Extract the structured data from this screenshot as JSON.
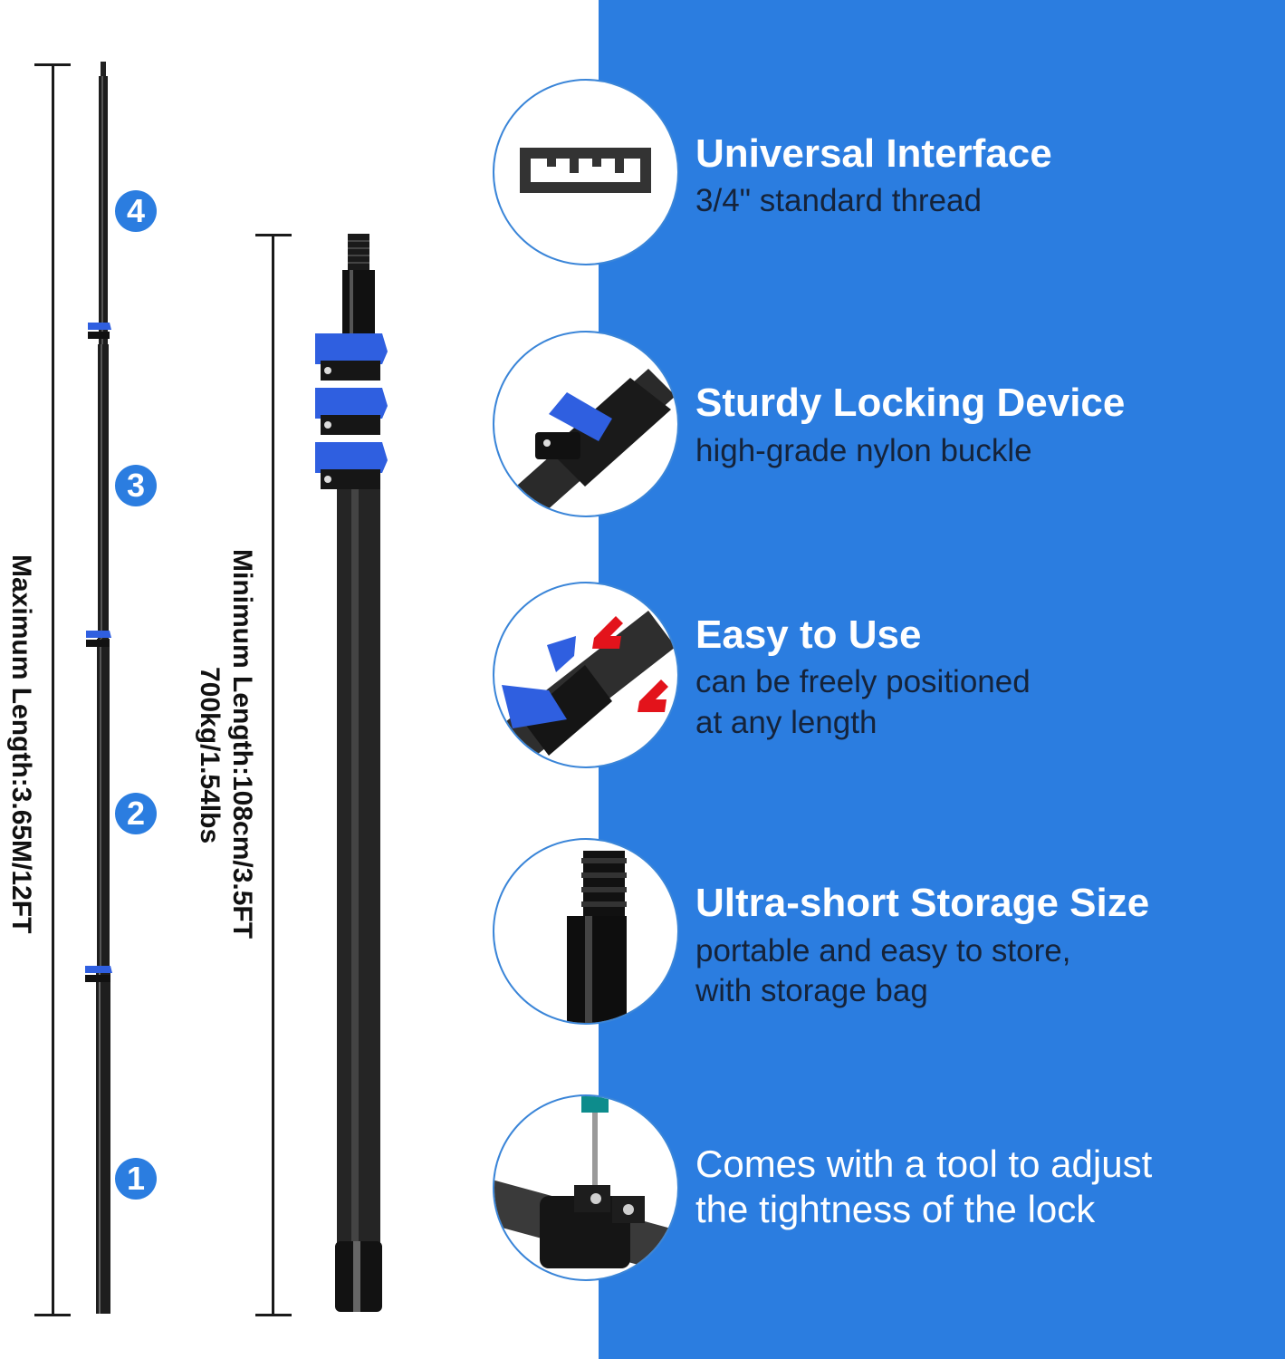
{
  "colors": {
    "panel_blue": "#2b7de0",
    "clip_blue": "#2f5fe0",
    "pole_black": "#1a1a1a",
    "arrow_red": "#e3131b"
  },
  "left": {
    "max_length_label": "Maximum Length:3.65M/12FT",
    "min_length_label": "Minimum Length:108cm/3.5FT",
    "weight_label": "700kg/1.54lbs",
    "section_badges": [
      "4",
      "3",
      "2",
      "1"
    ]
  },
  "features": [
    {
      "icon": "ruler-icon",
      "title": "Universal Interface",
      "lines": [
        "3/4\" standard thread"
      ]
    },
    {
      "icon": "locking-clip-photo",
      "title": "Sturdy Locking Device",
      "lines": [
        "high-grade nylon buckle"
      ]
    },
    {
      "icon": "clip-with-arrows-photo",
      "title": "Easy to Use",
      "lines": [
        "can be freely positioned",
        "at any length"
      ]
    },
    {
      "icon": "threaded-tip-photo",
      "title": "Ultra-short Storage Size",
      "lines": [
        "portable and easy to store,",
        "with storage bag"
      ]
    },
    {
      "icon": "screwdriver-adjust-photo",
      "title": "",
      "lines": [
        "Comes with a tool to adjust",
        "the tightness of the lock"
      ]
    }
  ]
}
